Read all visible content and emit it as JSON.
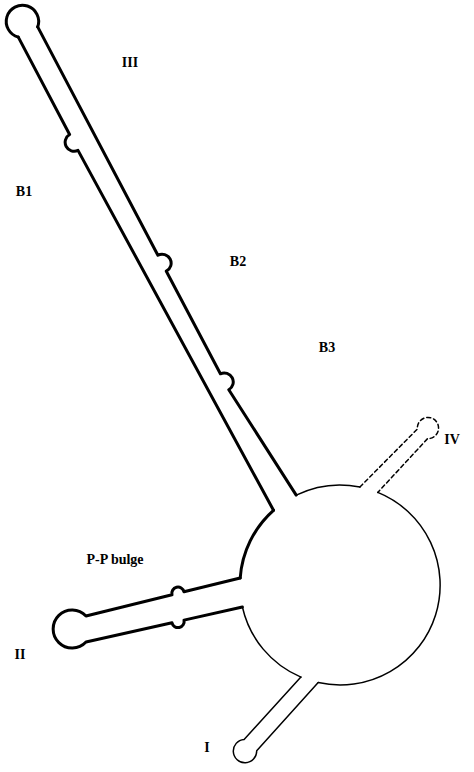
{
  "diagram": {
    "labels": [
      "III",
      "B1",
      "B2",
      "B3",
      "IV",
      "P-P bulge",
      "II",
      "I"
    ]
  }
}
